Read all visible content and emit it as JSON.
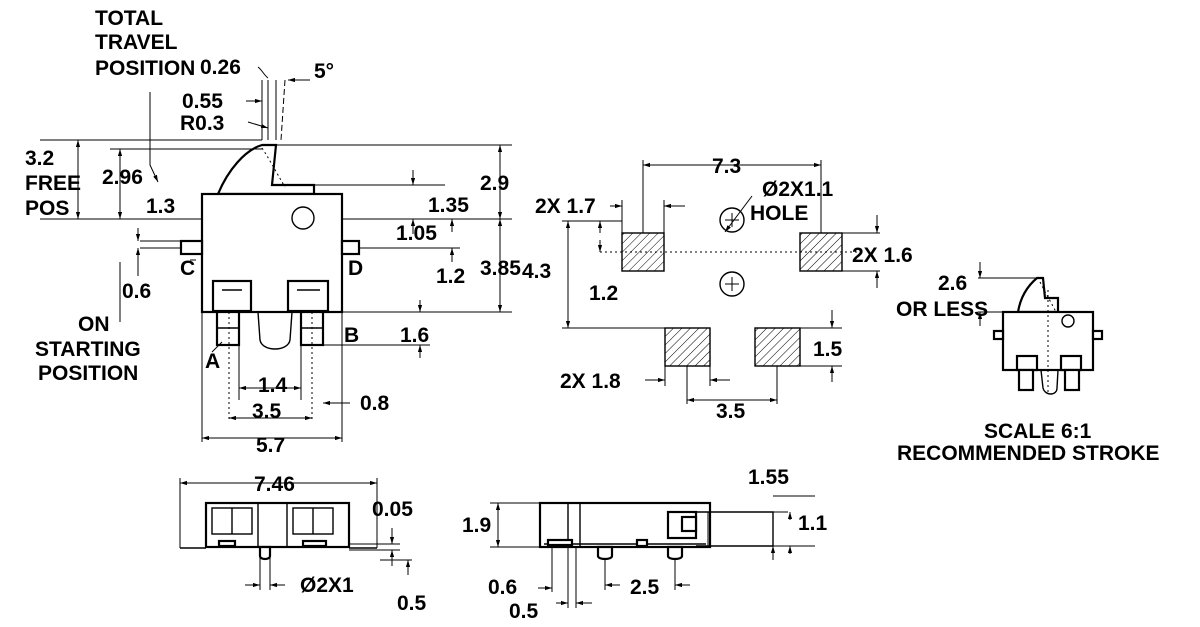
{
  "front_view": {
    "total_travel": [
      "TOTAL",
      "TRAVEL",
      "POSITION"
    ],
    "dim_026": "0.26",
    "dim_5deg": "5°",
    "dim_055": "0.55",
    "dim_r03": "R0.3",
    "dim_32": "3.2",
    "free_pos": [
      "FREE",
      "POS"
    ],
    "dim_296": "2.96",
    "dim_13": "1.3",
    "dim_29": "2.9",
    "dim_135": "1.35",
    "dim_105": "1.05",
    "dim_12": "1.2",
    "dim_385": "3.85",
    "dim_06": "0.6",
    "dim_16": "1.6",
    "on_starting": [
      "ON",
      "STARTING",
      "POSITION"
    ],
    "label_a": "A",
    "label_b": "B",
    "label_c": "C",
    "label_d": "D",
    "dim_14": "1.4",
    "dim_35": "3.5",
    "dim_08": "0.8",
    "dim_57": "5.7"
  },
  "footprint": {
    "dim_73": "7.3",
    "dim_2x17": "2X 1.7",
    "hole_label": [
      "Ø2X1.1",
      "HOLE"
    ],
    "dim_43": "4.3",
    "dim_12": "1.2",
    "dim_2x16": "2X 1.6",
    "dim_15": "1.5",
    "dim_2x18": "2X 1.8",
    "dim_35": "3.5"
  },
  "scale_view": {
    "dim_26": "2.6",
    "or_less": "OR LESS",
    "caption": [
      "SCALE  6:1",
      "RECOMMENDED STROKE"
    ]
  },
  "bottom_view": {
    "dim_746": "7.46",
    "dim_005": "0.05",
    "dim_02x1": "Ø2X1",
    "dim_05": "0.5"
  },
  "side_view": {
    "dim_155": "1.55",
    "dim_19": "1.9",
    "dim_11": "1.1",
    "dim_06": "0.6",
    "dim_05": "0.5",
    "dim_25": "2.5"
  }
}
